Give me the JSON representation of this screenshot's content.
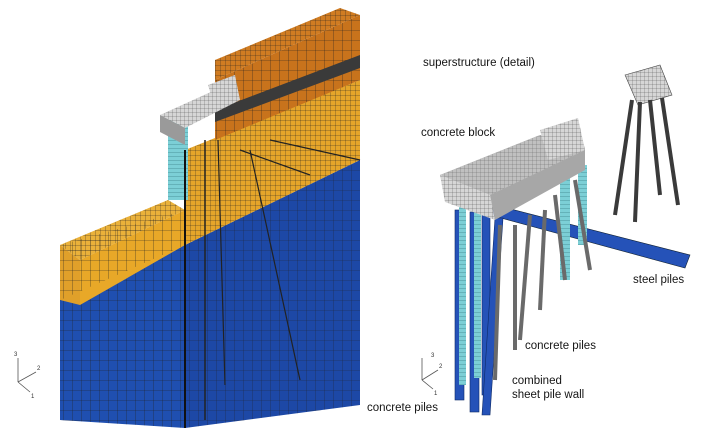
{
  "labels": {
    "superstructure": "superstructure (detail)",
    "concrete_block": "concrete block",
    "steel_piles": "steel piles",
    "concrete_piles_upper": "concrete piles",
    "combined_wall_line1": "combined",
    "combined_wall_line2": "sheet pile wall",
    "concrete_piles_lower": "concrete piles"
  },
  "axis_triads": {
    "left": {
      "axis_1": "1",
      "axis_2": "2",
      "axis_3": "3"
    },
    "right": {
      "axis_1": "1",
      "axis_2": "2",
      "axis_3": "3"
    }
  },
  "colors": {
    "soil_orange": "#c8731c",
    "soil_yellow": "#e8a828",
    "soil_blue": "#1f4fb0",
    "mesh_line": "#2a2a2a",
    "concrete_grey": "#bdbdbd",
    "sheet_pile_cyan": "#7ccfd6",
    "steel_pile_dark": "#4a4a4a",
    "concrete_pile_blue": "#2552b8"
  }
}
